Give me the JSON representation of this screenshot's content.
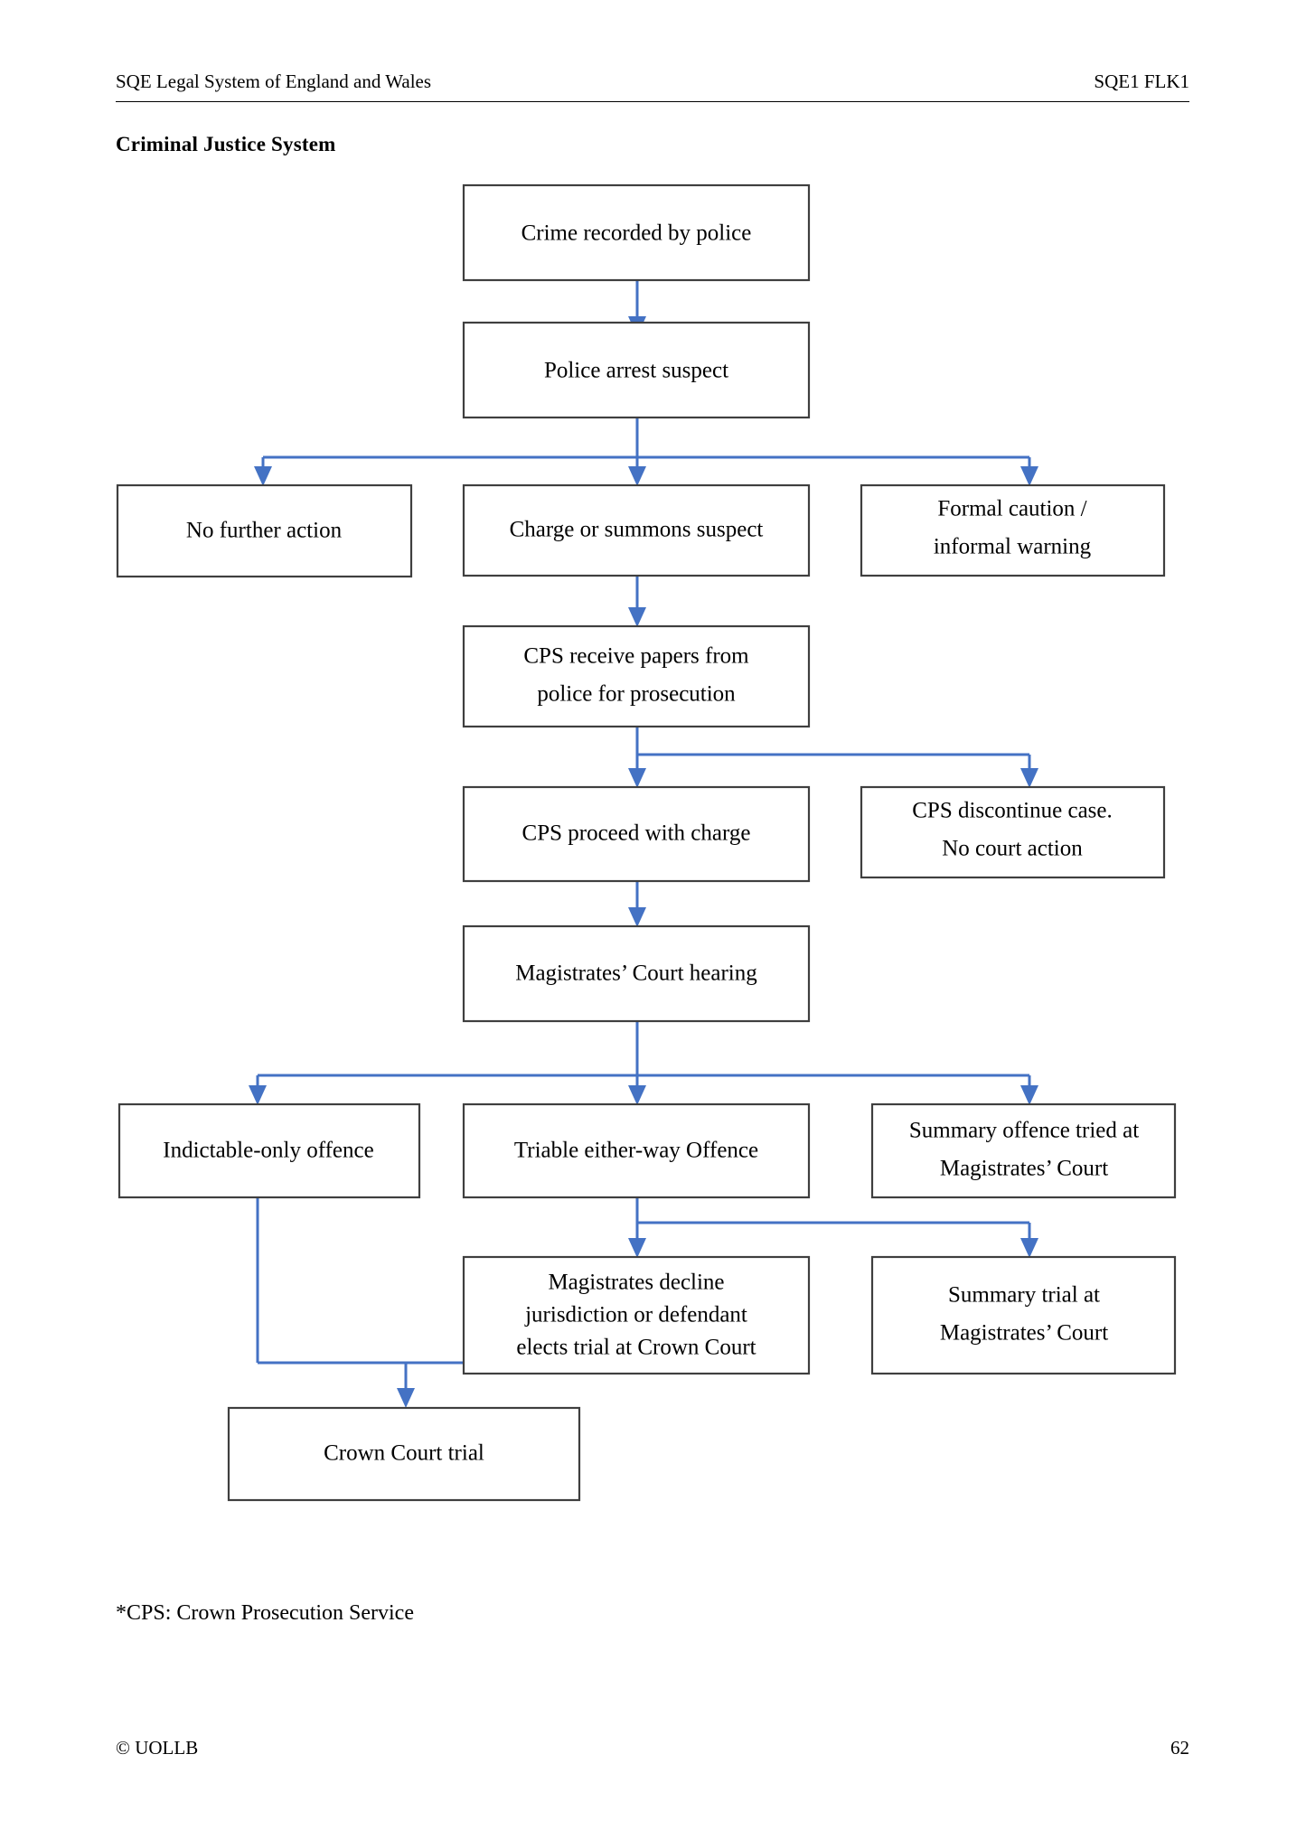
{
  "header": {
    "left": "SQE Legal System of England and Wales",
    "right": "SQE1 FLK1"
  },
  "section": {
    "title": "Criminal Justice System"
  },
  "footnote": {
    "text": "*CPS: Crown Prosecution Service"
  },
  "footer": {
    "copyright": "© UOLLB",
    "page_number": "62"
  },
  "colors": {
    "connector": "#4472C4",
    "box_border": "#3F3F3F",
    "box_fill": "#FFFFFF",
    "text": "#000000"
  },
  "chart_data": {
    "type": "diagram",
    "title": "Criminal Justice System",
    "nodes": [
      {
        "id": "crime_recorded",
        "lines": [
          "Crime recorded by police"
        ]
      },
      {
        "id": "police_arrest",
        "lines": [
          "Police arrest suspect"
        ]
      },
      {
        "id": "no_further",
        "lines": [
          "No further action"
        ]
      },
      {
        "id": "charge_summons",
        "lines": [
          "Charge or summons suspect"
        ]
      },
      {
        "id": "formal_caution",
        "lines": [
          "Formal caution /",
          "informal warning"
        ]
      },
      {
        "id": "cps_receive",
        "lines": [
          "CPS receive papers from",
          "police for prosecution"
        ]
      },
      {
        "id": "cps_proceed",
        "lines": [
          "CPS proceed with charge"
        ]
      },
      {
        "id": "cps_discontinue",
        "lines": [
          "CPS discontinue case.",
          "No court action"
        ]
      },
      {
        "id": "mags_hearing",
        "lines": [
          "Magistrates’ Court hearing"
        ]
      },
      {
        "id": "indictable",
        "lines": [
          "Indictable-only offence"
        ]
      },
      {
        "id": "either_way",
        "lines": [
          "Triable either-way Offence"
        ]
      },
      {
        "id": "summary_offence",
        "lines": [
          "Summary offence tried at",
          "Magistrates’ Court"
        ]
      },
      {
        "id": "mags_decline",
        "lines": [
          "Magistrates decline",
          "jurisdiction or defendant",
          "elects trial at Crown Court"
        ]
      },
      {
        "id": "summary_trial",
        "lines": [
          "Summary trial at",
          "Magistrates’ Court"
        ]
      },
      {
        "id": "crown_trial",
        "lines": [
          "Crown Court trial"
        ]
      }
    ],
    "edges": [
      {
        "from": "crime_recorded",
        "to": "police_arrest"
      },
      {
        "from": "police_arrest",
        "to": "no_further"
      },
      {
        "from": "police_arrest",
        "to": "charge_summons"
      },
      {
        "from": "police_arrest",
        "to": "formal_caution"
      },
      {
        "from": "charge_summons",
        "to": "cps_receive"
      },
      {
        "from": "cps_receive",
        "to": "cps_proceed"
      },
      {
        "from": "cps_receive",
        "to": "cps_discontinue"
      },
      {
        "from": "cps_proceed",
        "to": "mags_hearing"
      },
      {
        "from": "mags_hearing",
        "to": "indictable"
      },
      {
        "from": "mags_hearing",
        "to": "either_way"
      },
      {
        "from": "mags_hearing",
        "to": "summary_offence"
      },
      {
        "from": "either_way",
        "to": "mags_decline"
      },
      {
        "from": "either_way",
        "to": "summary_trial"
      },
      {
        "from": "indictable",
        "to": "crown_trial"
      },
      {
        "from": "mags_decline",
        "to": "crown_trial"
      }
    ]
  }
}
